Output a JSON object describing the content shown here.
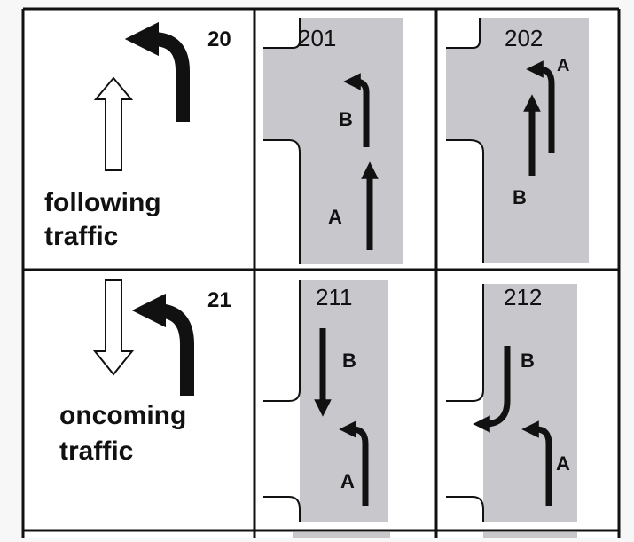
{
  "colors": {
    "road": "#c8c8cc",
    "line": "#111111",
    "paper": "#ffffff",
    "background": "#f7f7f7"
  },
  "rows": [
    {
      "code": "20",
      "label_lines": [
        "following",
        "traffic"
      ],
      "cases": [
        {
          "code": "201",
          "labels": [
            "B",
            "A"
          ]
        },
        {
          "code": "202",
          "labels": [
            "A",
            "B"
          ]
        }
      ]
    },
    {
      "code": "21",
      "label_lines": [
        "oncoming",
        "traffic"
      ],
      "cases": [
        {
          "code": "211",
          "labels": [
            "B",
            "A"
          ]
        },
        {
          "code": "212",
          "labels": [
            "B",
            "A"
          ]
        }
      ]
    }
  ]
}
